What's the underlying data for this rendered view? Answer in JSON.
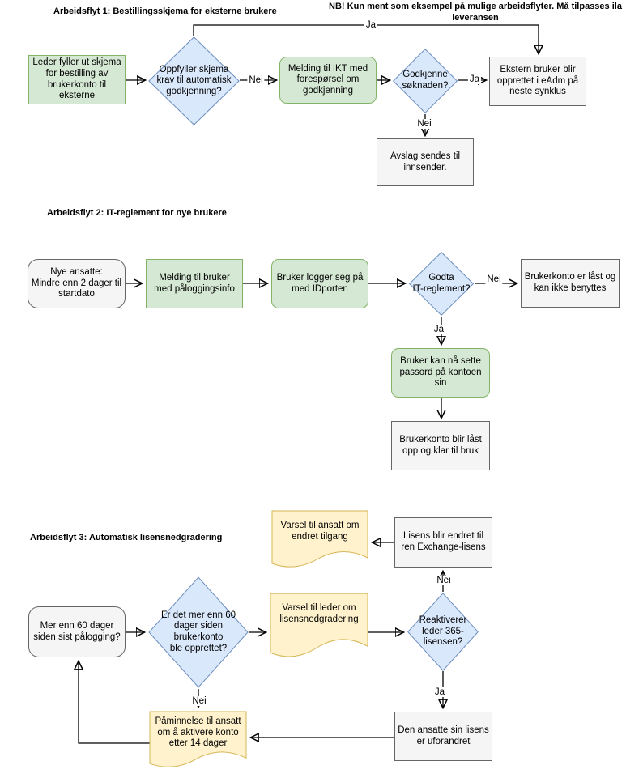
{
  "note": "NB! Kun ment som eksempel på mulige arbeidsflyter. Må tilpasses ila\nleveransen",
  "edge_labels": {
    "ja": "Ja",
    "nei": "Nei"
  },
  "flow1": {
    "title": "Arbeidsflyt 1: Bestillingsskjema for eksterne brukere",
    "nodes": {
      "leder_skjema": "Leder fyller ut skjema\nfor bestilling av\nbrukerkonto til\neksterne",
      "oppfyller_krav": "Oppfyller skjema\nkrav til automatisk\ngodkjenning?",
      "melding_ikt": "Melding til IKT med\nforespørsel om\ngodkjenning",
      "godkjenne_soknaden": "Godkjenne\nsøknaden?",
      "ekstern_opprettet": "Ekstern bruker blir\nopprettet i eAdm på\nneste synklus",
      "avslag_sendes": "Avslag sendes til\ninnsender."
    }
  },
  "flow2": {
    "title": "Arbeidsflyt 2: IT-reglement for nye brukere",
    "nodes": {
      "nye_ansatte": "Nye ansatte:\nMindre enn 2 dager til\nstartdato",
      "melding_bruker": "Melding til bruker\nmed påloggingsinfo",
      "bruker_logger": "Bruker logger seg på\nmed IDporten",
      "godta_reglement": "Godta\nIT-reglement?",
      "konto_last": "Brukerkonto er låst og\nkan ikke benyttes",
      "sette_passord": "Bruker kan nå sette\npassord på kontoen\nsin",
      "konto_klar": "Brukerkonto blir låst\nopp og klar til bruk"
    }
  },
  "flow3": {
    "title": "Arbeidsflyt 3: Automatisk lisensnedgradering",
    "nodes": {
      "varsel_ansatt": "Varsel til ansatt om\nendret tilgang",
      "lisens_endret": "Lisens blir endret til\nren Exchange-lisens",
      "mer_enn_60": "Mer enn 60 dager\nsiden sist pålogging?",
      "er_det_mer": "Er det mer enn 60\ndager siden\nbrukerkonto\nble opprettet?",
      "varsel_leder": "Varsel til leder om\nlisensnedgradering",
      "reaktiverer": "Reaktiverer\nleder 365-\nlisensen?",
      "lisens_uforandret": "Den ansatte sin lisens\ner uforandret",
      "paminnelse": "Påminnelse til ansatt\nom å aktivere konto\netter 14 dager"
    }
  },
  "colors": {
    "green_fill": "#d5e8d4",
    "green_stroke": "#82b366",
    "blue_fill": "#dae8fc",
    "blue_stroke": "#6c8ebf",
    "gray_fill": "#f5f5f5",
    "gray_stroke": "#666666",
    "doc_fill": "#fff2cc",
    "doc_stroke": "#d6b656"
  }
}
